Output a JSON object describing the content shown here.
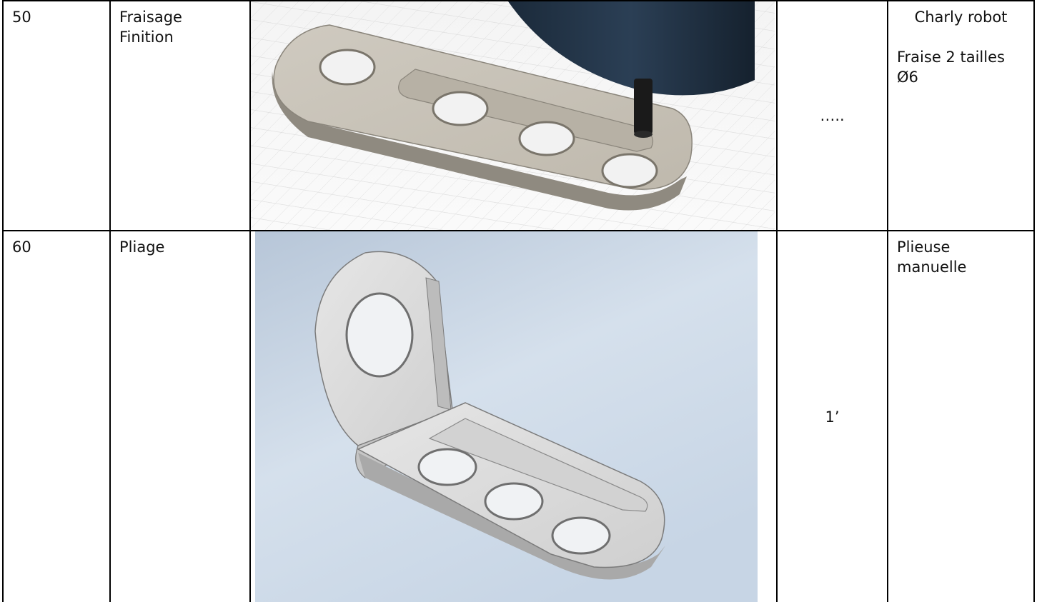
{
  "rows": [
    {
      "number": "50",
      "operation": [
        "Fraisage",
        "Finition"
      ],
      "image_desc": "bracket-finishing-milling-render",
      "time": "…..",
      "tools": [
        "Charly robot",
        "Fraise 2 tailles",
        "Ø6"
      ]
    },
    {
      "number": "60",
      "operation": [
        "Pliage"
      ],
      "image_desc": "bent-bracket-render",
      "time": "1’",
      "tools": [
        "Plieuse",
        "manuelle"
      ]
    }
  ]
}
